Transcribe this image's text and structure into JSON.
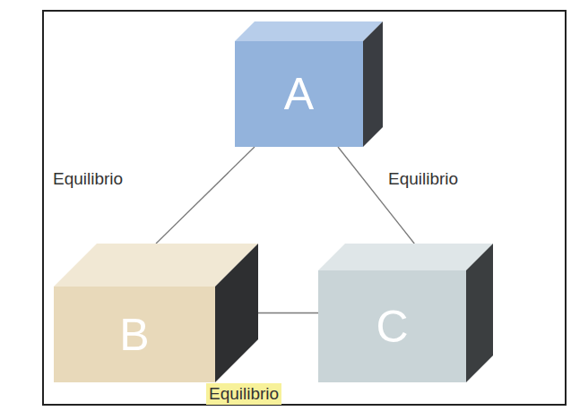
{
  "diagram": {
    "nodes": [
      {
        "text": [
          "A"
        ]
      },
      {
        "text": [
          "B"
        ]
      },
      {
        "text": [
          "C"
        ]
      }
    ],
    "edges": [
      {
        "from": 0,
        "to": 1,
        "arrow": "none",
        "label": "Equilibrio"
      },
      {
        "from": 0,
        "to": 2,
        "arrow": "none",
        "label": "Equilibrio"
      },
      {
        "from": 1,
        "to": 2,
        "arrow": "none",
        "label": "Equilibrio"
      }
    ]
  }
}
